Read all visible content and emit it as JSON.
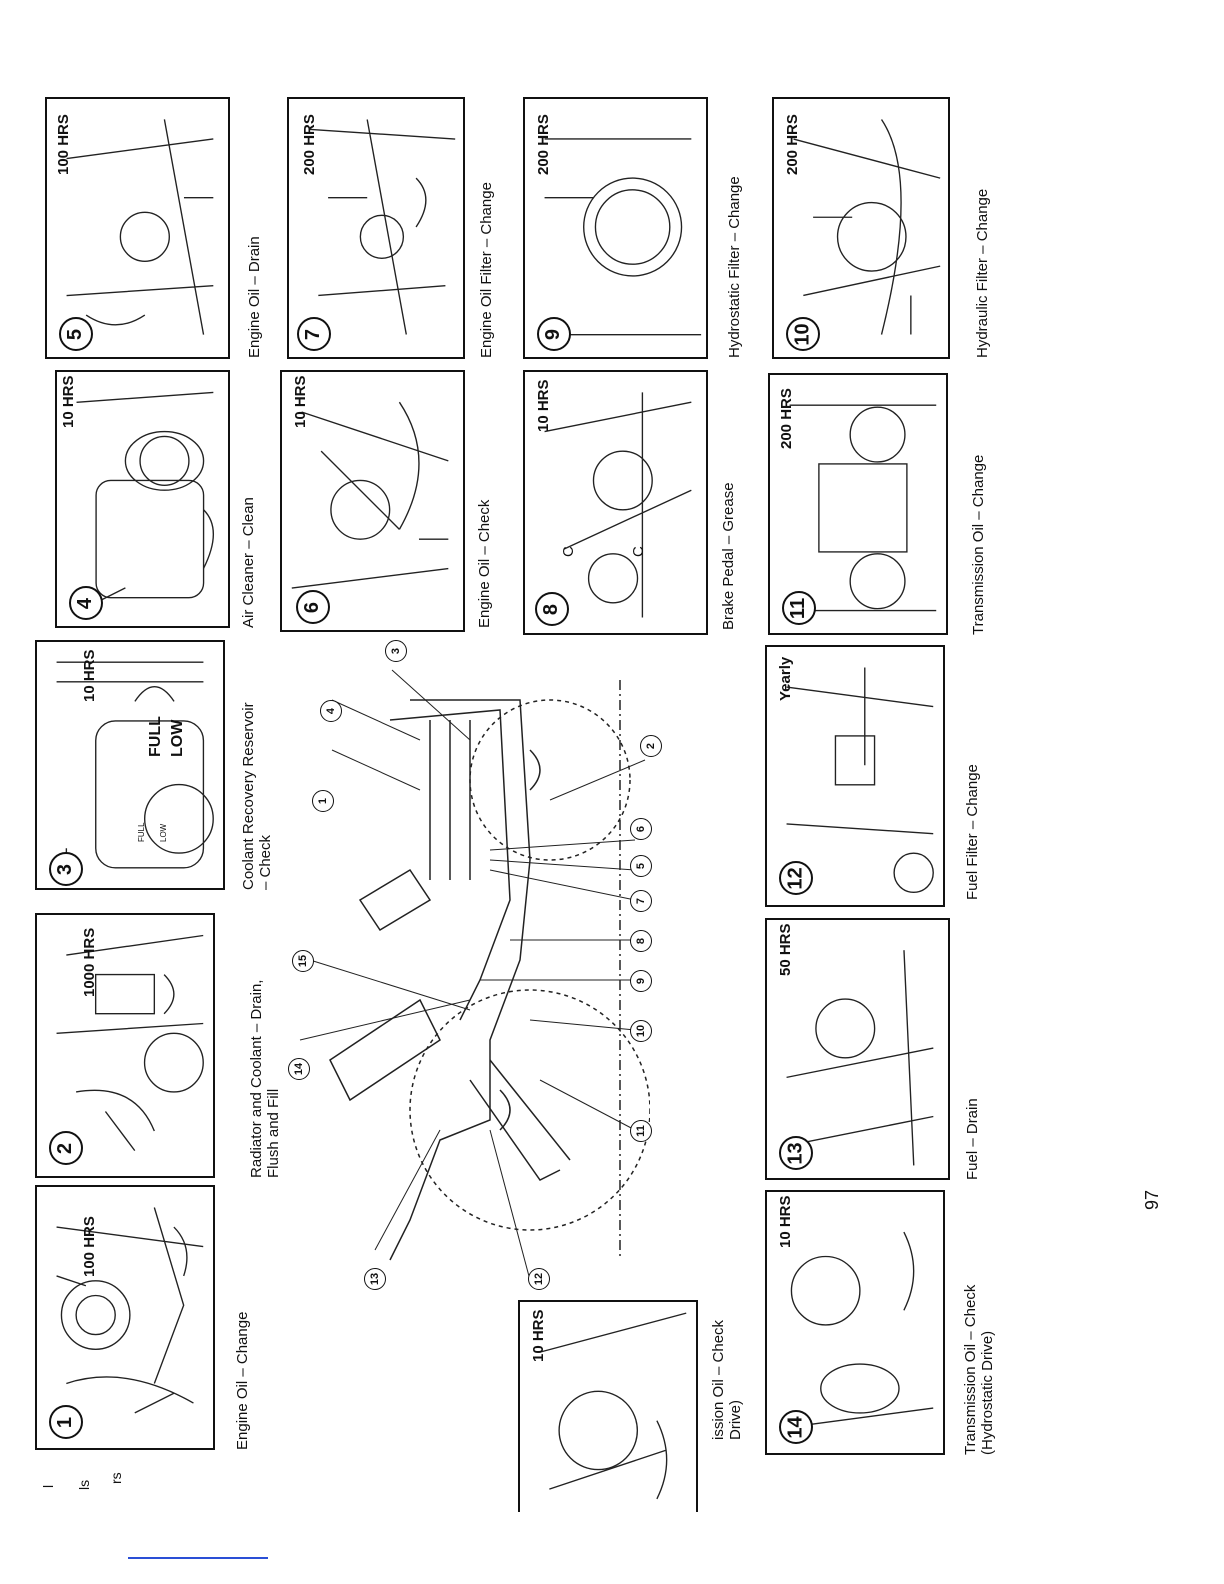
{
  "page_number": "97",
  "margin_fragments": [
    "l",
    "ls",
    "rs"
  ],
  "items": [
    {
      "num": "1",
      "interval": "100 HRS",
      "caption": "Engine Oil – Change"
    },
    {
      "num": "2",
      "interval": "1000 HRS",
      "caption": "Radiator and Coolant – Drain,\nFlush and Fill"
    },
    {
      "num": "3",
      "interval": "10 HRS",
      "caption": "Coolant Recovery Reservoir\n– Check"
    },
    {
      "num": "4",
      "interval": "10 HRS",
      "caption": "Air Cleaner – Clean"
    },
    {
      "num": "5",
      "interval": "100 HRS",
      "caption": "Engine Oil – Drain"
    },
    {
      "num": "6",
      "interval": "10 HRS",
      "caption": "Engine Oil – Check"
    },
    {
      "num": "7",
      "interval": "200 HRS",
      "caption": "Engine Oil Filter – Change"
    },
    {
      "num": "8",
      "interval": "10 HRS",
      "caption": "Brake Pedal – Grease"
    },
    {
      "num": "9",
      "interval": "200 HRS",
      "caption": "Hydrostatic Filter – Change"
    },
    {
      "num": "10",
      "interval": "200 HRS",
      "caption": "Hydraulic Filter – Change"
    },
    {
      "num": "11",
      "interval": "200 HRS",
      "caption": "Transmission Oil – Change"
    },
    {
      "num": "12",
      "interval": "Yearly",
      "caption": "Fuel Filter – Change"
    },
    {
      "num": "13",
      "interval": "50 HRS",
      "caption": "Fuel – Drain"
    },
    {
      "num": "14",
      "interval": "10 HRS",
      "caption": "Transmission Oil – Check\n(Hydrostatic Drive)"
    },
    {
      "num": "",
      "interval": "10 HRS",
      "caption": "ission Oil – Check\nDrive)"
    }
  ],
  "gauge_labels": {
    "full": "FULL",
    "low": "LOW",
    "full_small": "FULL",
    "low_small": "LOW"
  },
  "callouts": [
    "1",
    "2",
    "3",
    "4",
    "5",
    "6",
    "7",
    "8",
    "9",
    "10",
    "11",
    "12",
    "13",
    "14",
    "15"
  ],
  "service_marks": [
    "C",
    "C"
  ]
}
